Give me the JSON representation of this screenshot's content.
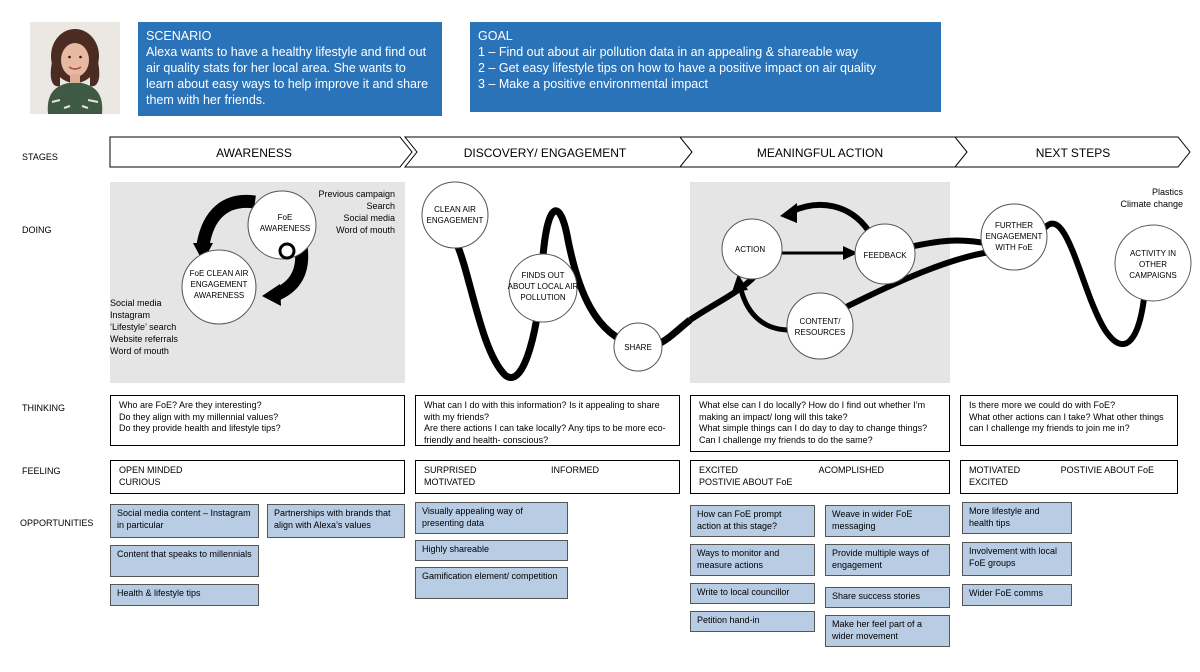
{
  "persona": {
    "scenario_heading": "SCENARIO",
    "scenario_text": "Alexa wants to have a healthy lifestyle and find out air quality stats for her local area. She wants to learn about easy ways to help improve it and share them with her friends.",
    "goal_heading": "GOAL",
    "goals": [
      "1 – Find out about air pollution data in an appealing & shareable way",
      "2 – Get easy lifestyle tips on how to have a positive impact on air quality",
      "3 – Make a positive environmental impact"
    ]
  },
  "row_labels": {
    "stages": "STAGES",
    "doing": "DOING",
    "thinking": "THINKING",
    "feeling": "FEELING",
    "opportunities": "OPPORTUNITIES"
  },
  "stages": [
    "AWARENESS",
    "DISCOVERY/ ENGAGEMENT",
    "MEANINGFUL ACTION",
    "NEXT STEPS"
  ],
  "doing": {
    "awareness": {
      "circle_top": [
        "FoE",
        "AWARENESS"
      ],
      "circle_bottom": [
        "FoE CLEAN AIR",
        "ENGAGEMENT",
        "AWARENESS"
      ],
      "channels_top": [
        "Previous campaign",
        "Search",
        "Social media",
        "Word of mouth"
      ],
      "channels_bottom": [
        "Social media",
        "Instagram",
        "‘Lifestyle’ search",
        "Website referrals",
        "Word of mouth"
      ]
    },
    "discovery": {
      "clean_air": [
        "CLEAN AIR",
        "ENGAGEMENT"
      ],
      "finds_out": [
        "FINDS OUT",
        "ABOUT LOCAL AIR",
        "POLLUTION"
      ],
      "share": "SHARE"
    },
    "action": {
      "action": "ACTION",
      "feedback": "FEEDBACK",
      "content": [
        "CONTENT/",
        "RESOURCES"
      ]
    },
    "next": {
      "further": [
        "FURTHER",
        "ENGAGEMENT",
        "WITH FoE"
      ],
      "activity": [
        "ACTIVITY IN",
        "OTHER",
        "CAMPAIGNS"
      ],
      "topics": [
        "Plastics",
        "Climate change"
      ]
    }
  },
  "thinking": [
    "Who are FoE? Are they interesting?\nDo they align with my millennial values?\nDo they provide health and lifestyle tips?",
    "What can I do with this information? Is it appealing to share with my friends?\nAre there actions I can take locally? Any tips to be more eco-friendly and health- conscious?",
    "What else can I do locally? How do I find out whether I’m making an impact/ long will this take?\nWhat simple things can I do day to day to change things?\nCan I challenge my friends to do the same?",
    "Is there more we could do with FoE?\nWhat other actions can I take? What other things can I challenge my friends to join me in?"
  ],
  "feeling": {
    "awareness": [
      "OPEN MINDED",
      "CURIOUS"
    ],
    "discovery": [
      "SURPRISED",
      "INFORMED",
      "MOTIVATED"
    ],
    "action": [
      "EXCITED",
      "ACOMPLISHED",
      "POSTIVIE ABOUT FoE"
    ],
    "next": [
      "MOTIVATED",
      "POSTIVIE ABOUT FoE",
      "EXCITED"
    ]
  },
  "opportunities": {
    "awareness": [
      "Social media content – Instagram in particular",
      "Partnerships with brands that align with Alexa’s values",
      "Content that speaks to millennials",
      "Health & lifestyle tips"
    ],
    "discovery": [
      "Visually appealing way of presenting data",
      "Highly shareable",
      "Gamification element/ competition"
    ],
    "action": [
      "How can FoE prompt action at this stage?",
      "Weave in wider FoE messaging",
      "Ways to monitor and measure actions",
      "Provide multiple ways of engagement",
      "Write to local councillor",
      "Share success stories",
      "Petition hand-in",
      "Make her feel part of a wider movement"
    ],
    "next": [
      "More lifestyle and health tips",
      "Involvement with local FoE groups",
      "Wider FoE comms"
    ]
  }
}
